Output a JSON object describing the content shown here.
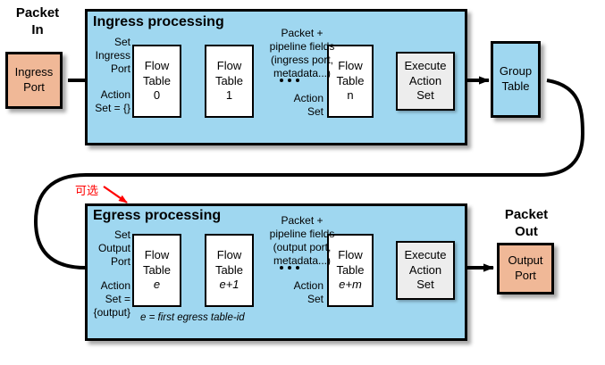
{
  "diagram": {
    "title": "OpenFlow packet processing pipeline",
    "colors": {
      "panel_blue": "#9FD7F0",
      "port_salmon": "#F0B897",
      "exec_gray": "#EDEDED",
      "annotation_red": "#FF0000",
      "outline": "#000000"
    }
  },
  "packet_in": {
    "header_line1": "Packet",
    "header_line2": "In",
    "box_line1": "Ingress",
    "box_line2": "Port"
  },
  "packet_out": {
    "header_line1": "Packet",
    "header_line2": "Out",
    "box_line1": "Output",
    "box_line2": "Port"
  },
  "group_table": {
    "line1": "Group",
    "line2": "Table"
  },
  "ingress": {
    "title": "Ingress processing",
    "entry_label_lines": [
      "Set",
      "Ingress",
      "Port"
    ],
    "action_set_lines": [
      "Action",
      "Set = {}"
    ],
    "pipeline_note_lines": [
      "Packet +",
      "pipeline fields",
      "(ingress port,",
      "metadata...)"
    ],
    "mid_action_set_lines": [
      "Action",
      "Set"
    ],
    "tables": [
      {
        "line1": "Flow",
        "line2": "Table",
        "line3": "0"
      },
      {
        "line1": "Flow",
        "line2": "Table",
        "line3": "1"
      },
      {
        "line1": "Flow",
        "line2": "Table",
        "line3": "n"
      }
    ],
    "execute": {
      "line1": "Execute",
      "line2": "Action",
      "line3": "Set"
    }
  },
  "egress": {
    "title": "Egress processing",
    "optional_annotation": "可选",
    "entry_label_lines": [
      "Set",
      "Output",
      "Port"
    ],
    "action_set_lines": [
      "Action",
      "Set =",
      "{output}"
    ],
    "pipeline_note_lines": [
      "Packet +",
      "pipeline fields",
      "(output port,",
      "metadata...)"
    ],
    "mid_action_set_lines": [
      "Action",
      "Set"
    ],
    "footnote": "e = first egress table-id",
    "tables": [
      {
        "line1": "Flow",
        "line2": "Table",
        "line3": "e"
      },
      {
        "line1": "Flow",
        "line2": "Table",
        "line3": "e+1"
      },
      {
        "line1": "Flow",
        "line2": "Table",
        "line3": "e+m"
      }
    ],
    "execute": {
      "line1": "Execute",
      "line2": "Action",
      "line3": "Set"
    }
  }
}
